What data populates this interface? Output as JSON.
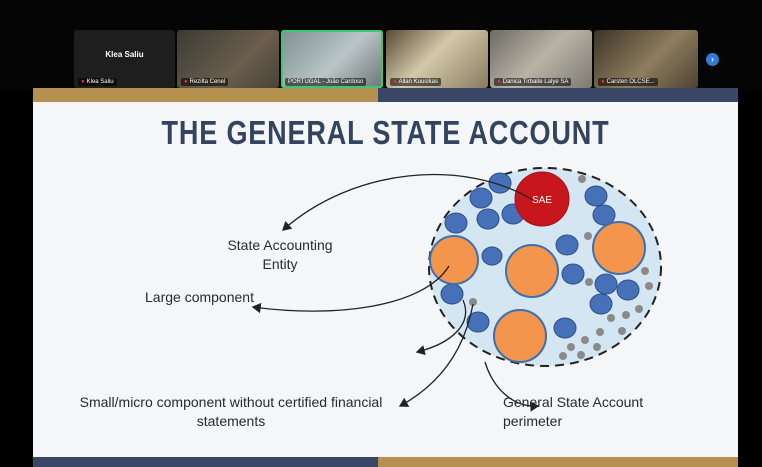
{
  "participants": [
    {
      "name": "Klea Saliu",
      "display_name": "Klea Saliu",
      "video": false
    },
    {
      "name": "Rezilta Cenel",
      "video": true
    },
    {
      "name": "PORTUGAL - João Cardoso",
      "video": true,
      "active": true
    },
    {
      "name": "Allan Kuusikas",
      "video": true
    },
    {
      "name": "Danica Tirbaite Lalye SA",
      "video": true
    },
    {
      "name": "Carsten OLCSE...",
      "video": true
    }
  ],
  "nav": {
    "next_icon": "chevron-right-icon",
    "next_glyph": "›"
  },
  "slide": {
    "title": "THE GENERAL STATE ACCOUNT",
    "sae_label": "SAE",
    "labels": {
      "state_accounting_entity": "State Accounting Entity",
      "large_component": "Large component",
      "small_micro": "Small/micro component without certified financial statements",
      "perimeter": "General State Account perimeter"
    },
    "colors": {
      "gold": "#b49150",
      "navy": "#3a4665",
      "title": "#33445f",
      "sae": "#c8161d",
      "large": "#f3954c",
      "medium": "#4670b8",
      "small": "#8a8a8a",
      "perimeter_fill": "#d3e6f2"
    }
  }
}
